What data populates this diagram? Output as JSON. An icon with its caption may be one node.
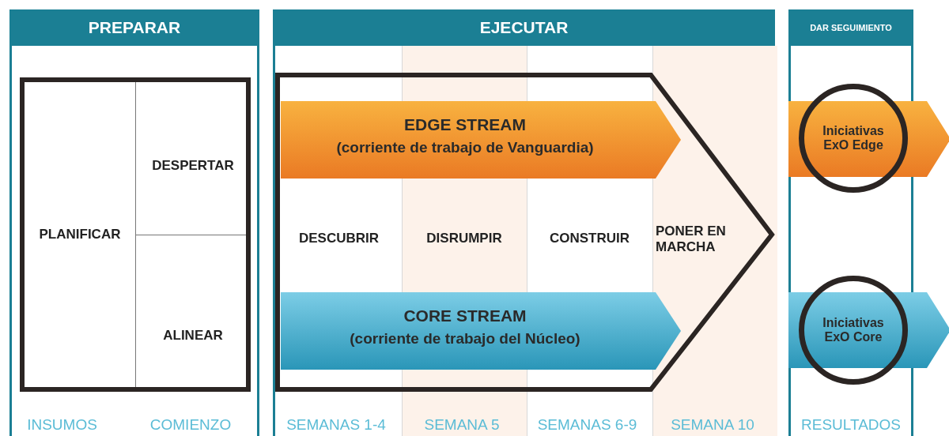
{
  "diagram": {
    "nodes": [
      {
        "text": [
          "PREPARAR"
        ]
      },
      {
        "text": [
          "EJECUTAR"
        ]
      },
      {
        "text": [
          "DAR SEGUIMIENTO"
        ]
      },
      {
        "text": [
          "PLANIFICAR"
        ],
        "in": 0
      },
      {
        "text": [
          "DESPERTAR"
        ],
        "in": 0
      },
      {
        "text": [
          "ALINEAR"
        ],
        "in": 0
      },
      {
        "text": [
          "EDGE STREAM",
          "(corriente de trabajo de Vanguardia)"
        ],
        "in": 1
      },
      {
        "text": [
          "DESCUBRIR"
        ],
        "in": 1
      },
      {
        "text": [
          "DISRUMPIR"
        ],
        "in": 1
      },
      {
        "text": [
          "CONSTRUIR"
        ],
        "in": 1
      },
      {
        "text": [
          "PONER EN MARCHA"
        ],
        "in": 1
      },
      {
        "text": [
          "CORE STREAM",
          "(corriente de trabajo del Núcleo)"
        ],
        "in": 1
      },
      {
        "text": [
          "Iniciativas ExO Edge"
        ],
        "in": 2
      },
      {
        "text": [
          "Iniciativas ExO Core"
        ],
        "in": 2
      }
    ],
    "labels": [
      "INSUMOS",
      "COMIENZO",
      "SEMANAS 1-4",
      "SEMANA 5",
      "SEMANAS 6-9",
      "SEMANA 10",
      "RESULTADOS"
    ]
  }
}
